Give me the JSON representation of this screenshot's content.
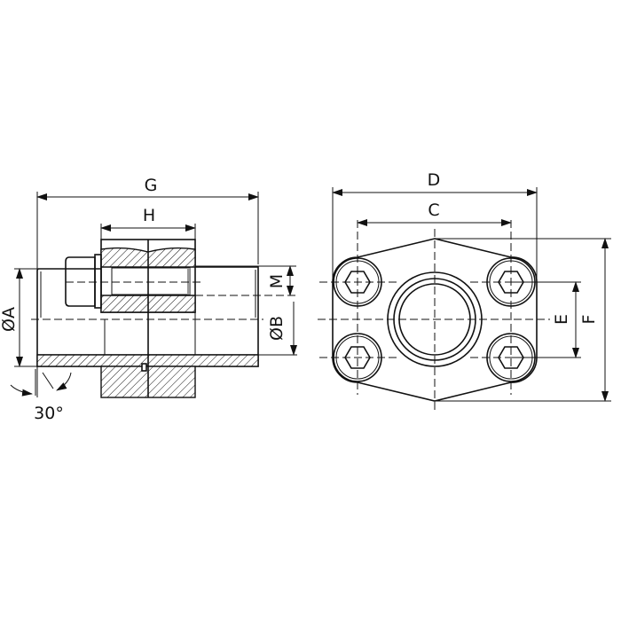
{
  "side_view": {
    "labels": {
      "G": "G",
      "H": "H",
      "A": "ØA",
      "B": "ØB",
      "M": "M",
      "angle": "30°"
    }
  },
  "front_view": {
    "labels": {
      "D": "D",
      "C": "C",
      "E": "E",
      "F": "F"
    }
  },
  "colors": {
    "line": "#111111",
    "background": "#ffffff"
  }
}
